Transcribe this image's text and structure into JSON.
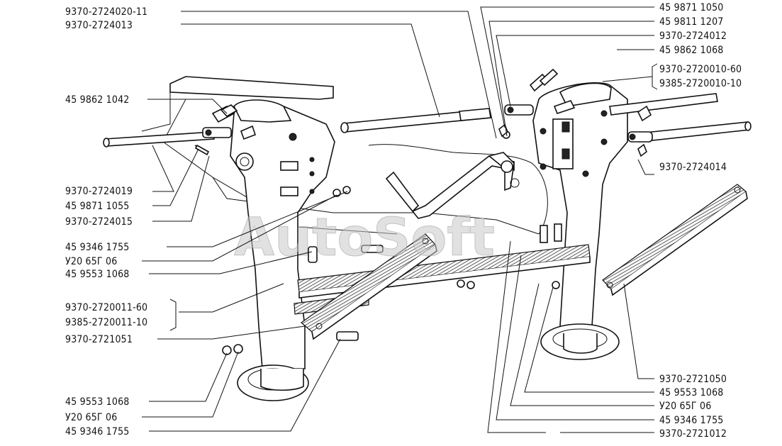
{
  "watermark": "AutoSoft",
  "left_labels": [
    {
      "id": "l1",
      "text": "9370-2724020-11"
    },
    {
      "id": "l2",
      "text": "9370-2724013"
    },
    {
      "id": "l3",
      "text": "45 9862 1042"
    },
    {
      "id": "l4",
      "text": "9370-2724019"
    },
    {
      "id": "l5",
      "text": "45 9871 1055"
    },
    {
      "id": "l6",
      "text": "9370-2724015"
    },
    {
      "id": "l7",
      "text": "45 9346 1755"
    },
    {
      "id": "l8",
      "text": "У20 65Г 06"
    },
    {
      "id": "l9",
      "text": "45 9553 1068"
    },
    {
      "id": "l10",
      "text": "9370-2720011-60"
    },
    {
      "id": "l11",
      "text": "9385-2720011-10"
    },
    {
      "id": "l12",
      "text": "9370-2721051"
    },
    {
      "id": "l13",
      "text": "45 9553 1068"
    },
    {
      "id": "l14",
      "text": "У20 65Г 06"
    },
    {
      "id": "l15",
      "text": "45 9346 1755"
    }
  ],
  "right_labels": [
    {
      "id": "r1",
      "text": "45 9871 1050"
    },
    {
      "id": "r2",
      "text": "45 9811 1207"
    },
    {
      "id": "r3",
      "text": "9370-2724012"
    },
    {
      "id": "r4",
      "text": "45 9862 1068"
    },
    {
      "id": "r5",
      "text": "9370-2720010-60"
    },
    {
      "id": "r6",
      "text": "9385-2720010-10"
    },
    {
      "id": "r7",
      "text": "9370-2724014"
    },
    {
      "id": "r8",
      "text": "9370-2721050"
    },
    {
      "id": "r9",
      "text": "45 9553 1068"
    },
    {
      "id": "r10",
      "text": "У20 65Г 06"
    },
    {
      "id": "r11",
      "text": "45 9346 1755"
    },
    {
      "id": "r12",
      "text": "9370-2721012"
    }
  ]
}
